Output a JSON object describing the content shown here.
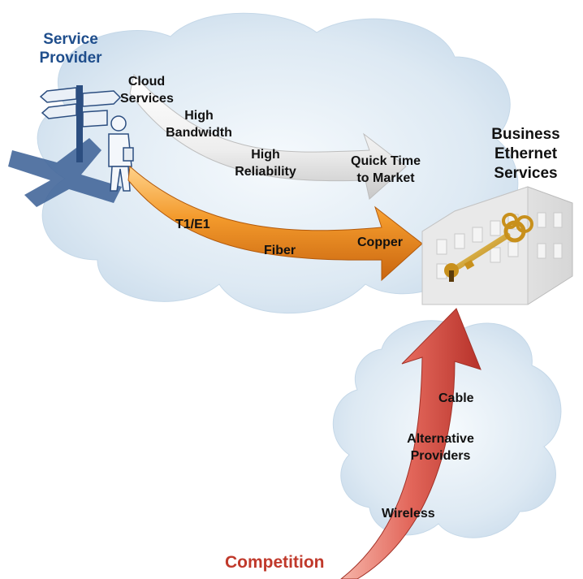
{
  "titles": {
    "service_provider": [
      "Service",
      "Provider"
    ],
    "business_ethernet": [
      "Business",
      "Ethernet",
      "Services"
    ],
    "competition": "Competition"
  },
  "top_arrow_labels": {
    "cloud_services": [
      "Cloud",
      "Services"
    ],
    "high_bandwidth": [
      "High",
      "Bandwidth"
    ],
    "high_reliability": [
      "High",
      "Reliability"
    ],
    "quick_time": [
      "Quick Time",
      "to Market"
    ]
  },
  "middle_arrow_labels": {
    "t1e1": "T1/E1",
    "fiber": "Fiber",
    "copper": "Copper"
  },
  "competition_labels": {
    "cable": "Cable",
    "alternative": [
      "Alternative",
      "Providers"
    ],
    "wireless": "Wireless"
  },
  "colors": {
    "service_provider_title": "#1f4e8c",
    "competition_title": "#c0392b",
    "orange_arrow": "#f08a1c",
    "red_arrow": "#d9534f",
    "white_arrow": "#e8e8e8",
    "cloud": "#dbe9f4"
  },
  "icons": {
    "person": "businessman-at-signpost-icon",
    "building": "office-building-icon",
    "key": "golden-key-icon"
  }
}
